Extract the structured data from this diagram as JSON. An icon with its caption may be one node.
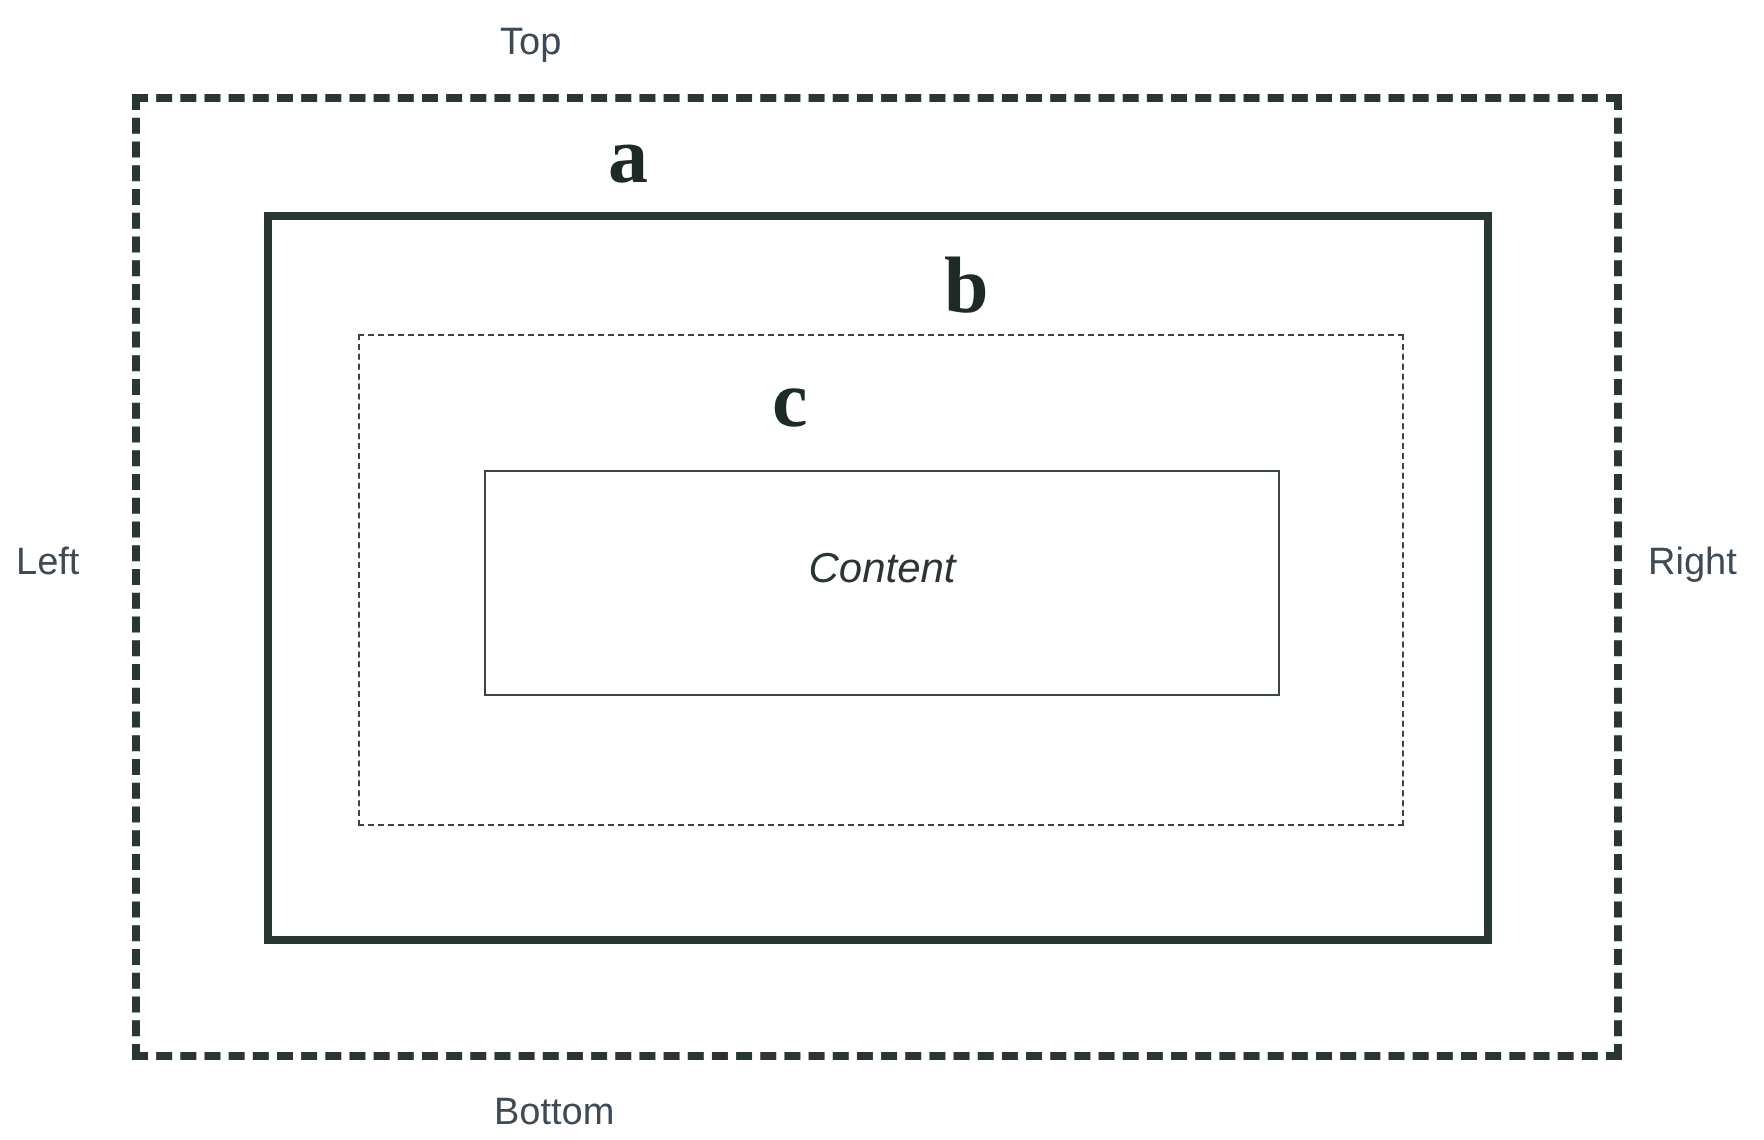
{
  "diagram": {
    "nodes": [
      {
        "text": [
          "a"
        ]
      },
      {
        "text": [
          "b"
        ],
        "in": 0
      },
      {
        "text": [
          "c"
        ],
        "in": 1
      },
      {
        "text": [
          "Content"
        ],
        "in": 2
      }
    ],
    "labels": [
      "Top",
      "Left",
      "Right",
      "Bottom"
    ]
  }
}
